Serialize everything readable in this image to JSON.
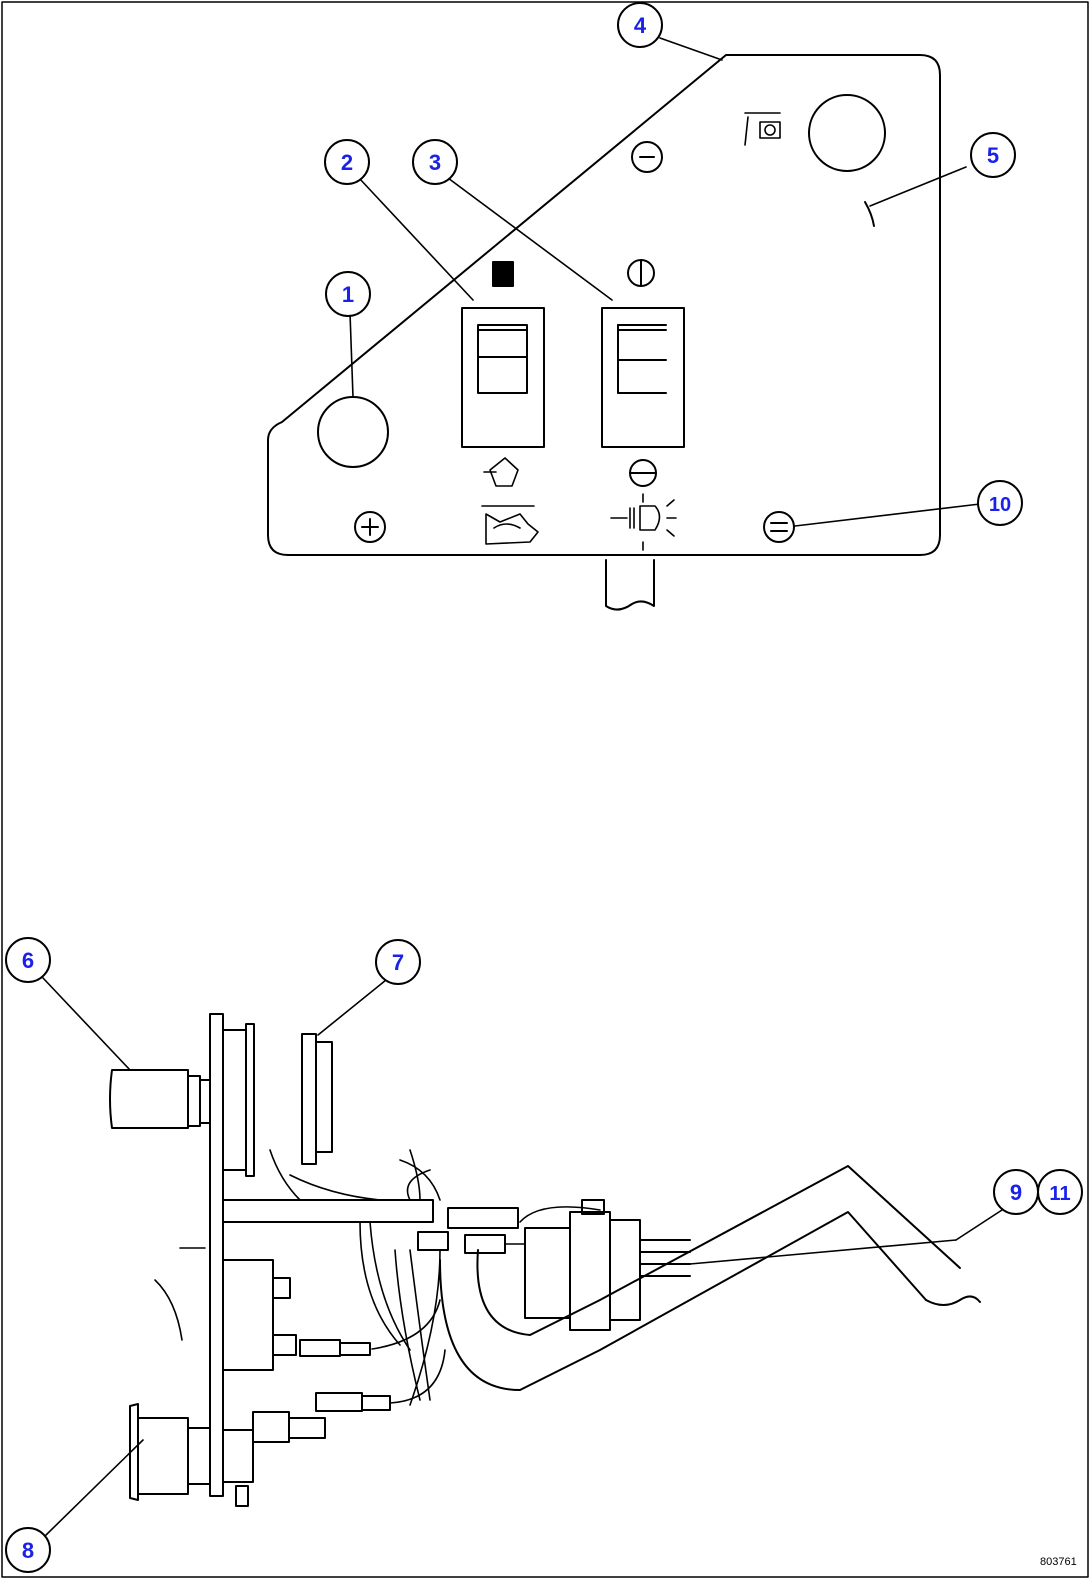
{
  "diagram": {
    "figure_id": "803761",
    "colors": {
      "line": "#000000",
      "callout_text": "#1a22e8",
      "background": "#ffffff"
    },
    "callouts": [
      {
        "id": "c1",
        "label": "1"
      },
      {
        "id": "c2",
        "label": "2"
      },
      {
        "id": "c3",
        "label": "3"
      },
      {
        "id": "c4",
        "label": "4"
      },
      {
        "id": "c5",
        "label": "5"
      },
      {
        "id": "c6",
        "label": "6"
      },
      {
        "id": "c7",
        "label": "7"
      },
      {
        "id": "c8",
        "label": "8"
      },
      {
        "id": "c9",
        "label": "9"
      },
      {
        "id": "c10",
        "label": "10"
      },
      {
        "id": "c11",
        "label": "11"
      }
    ],
    "icons": [
      "indicator-lamp-icon",
      "rocker-switch-icon",
      "screw-icon",
      "buzzer-icon",
      "horn-icon",
      "work-light-icon",
      "beacon-icon",
      "wiper-icon"
    ]
  }
}
